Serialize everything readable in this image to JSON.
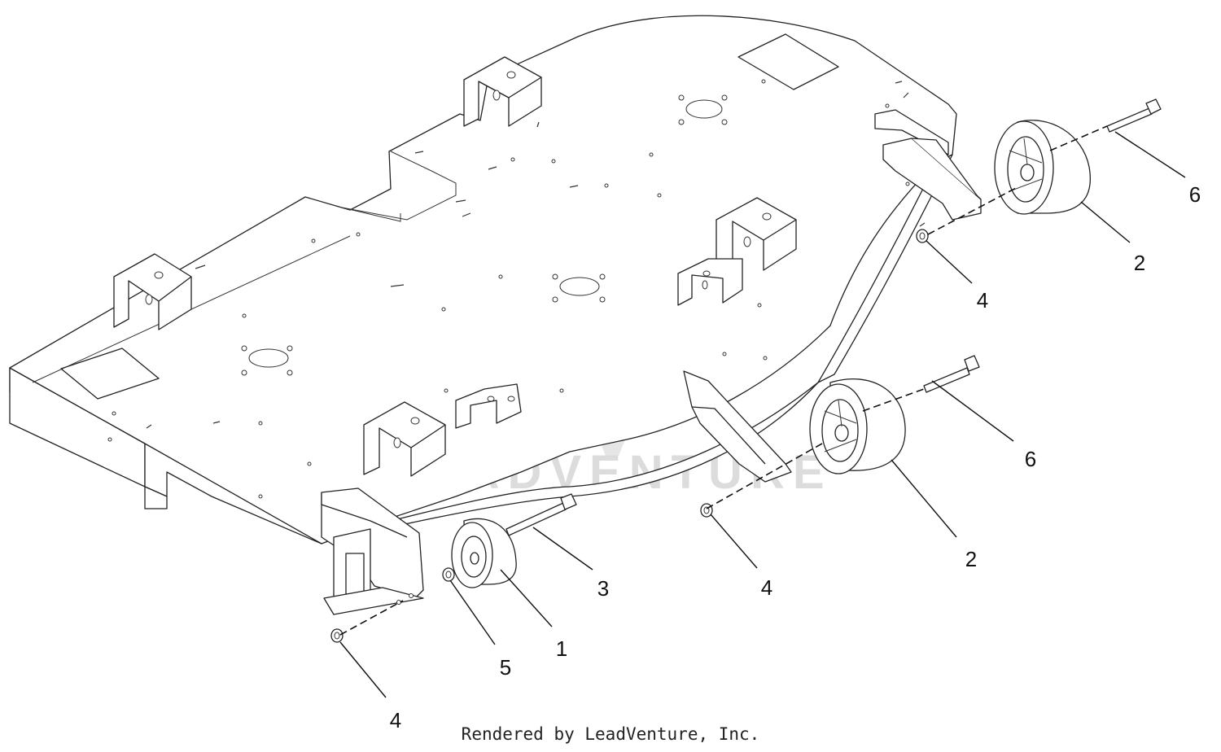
{
  "watermark": {
    "brand": "LEADVENTURE"
  },
  "footer": {
    "credit": "Rendered by LeadVenture, Inc."
  },
  "callouts": [
    {
      "id": "c6a",
      "label": "6"
    },
    {
      "id": "c2a",
      "label": "2"
    },
    {
      "id": "c4a",
      "label": "4"
    },
    {
      "id": "c6b",
      "label": "6"
    },
    {
      "id": "c2b",
      "label": "2"
    },
    {
      "id": "c4b",
      "label": "4"
    },
    {
      "id": "c3",
      "label": "3"
    },
    {
      "id": "c1",
      "label": "1"
    },
    {
      "id": "c5",
      "label": "5"
    },
    {
      "id": "c4c",
      "label": "4"
    }
  ]
}
